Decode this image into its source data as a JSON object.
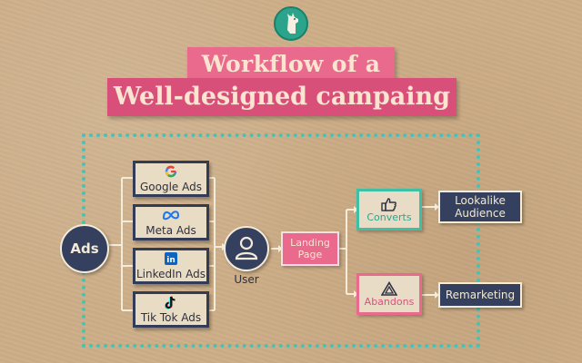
{
  "header": {
    "title_line1": "Workflow of a",
    "title_line2": "Well-designed campaing"
  },
  "logo": {
    "icon": "llama-icon"
  },
  "source": {
    "label": "Ads"
  },
  "platforms": [
    {
      "label": "Google Ads",
      "icon": "google-icon"
    },
    {
      "label": "Meta Ads",
      "icon": "meta-icon"
    },
    {
      "label": "LinkedIn Ads",
      "icon": "linkedin-icon"
    },
    {
      "label": "Tik Tok Ads",
      "icon": "tiktok-icon"
    }
  ],
  "user": {
    "label": "User",
    "icon": "user-icon"
  },
  "landing": {
    "label": "Landing Page"
  },
  "branches": {
    "converts": {
      "label": "Converts",
      "icon": "thumbs-up-icon"
    },
    "abandons": {
      "label": "Abandons",
      "icon": "warning-icon"
    }
  },
  "outcomes": {
    "lookalike": "Lookalike Audience",
    "remarketing": "Remarketing"
  },
  "colors": {
    "pink": "#e96a8d",
    "navy": "#34405e",
    "teal": "#43c4b6",
    "paper": "#cdae88"
  }
}
